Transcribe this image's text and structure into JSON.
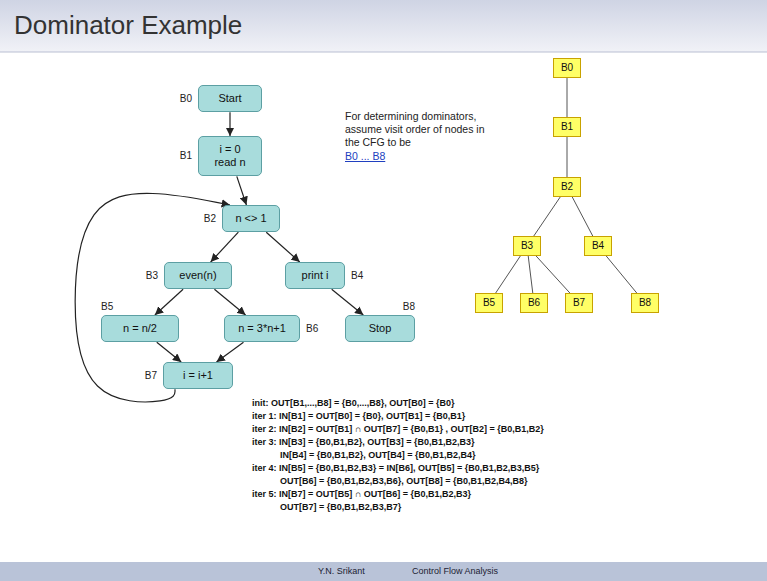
{
  "diagram": {
    "title": "Dominator Example",
    "nodes": [
      {
        "text": [
          "B0",
          "Start"
        ]
      },
      {
        "text": [
          "B1",
          "i = 0 read n"
        ]
      },
      {
        "text": [
          "B2",
          "n <> 1"
        ]
      },
      {
        "text": [
          "B3",
          "even(n)"
        ]
      },
      {
        "text": [
          "B4",
          "print i"
        ]
      },
      {
        "text": [
          "B5",
          "n = n/2"
        ]
      },
      {
        "text": [
          "B6",
          "n = 3*n+1"
        ]
      },
      {
        "text": [
          "B7",
          "i = i+1"
        ]
      },
      {
        "text": [
          "B8",
          "Stop"
        ]
      },
      {
        "text": [
          "B0"
        ]
      },
      {
        "text": [
          "B1"
        ]
      },
      {
        "text": [
          "B2"
        ]
      },
      {
        "text": [
          "B3"
        ]
      },
      {
        "text": [
          "B4"
        ]
      },
      {
        "text": [
          "B5"
        ]
      },
      {
        "text": [
          "B6"
        ]
      },
      {
        "text": [
          "B7"
        ]
      },
      {
        "text": [
          "B8"
        ]
      }
    ],
    "edges": [
      {
        "from": 0,
        "to": 1,
        "arrow": "to"
      },
      {
        "from": 1,
        "to": 2,
        "arrow": "to"
      },
      {
        "from": 2,
        "to": 3,
        "arrow": "to"
      },
      {
        "from": 2,
        "to": 4,
        "arrow": "to"
      },
      {
        "from": 3,
        "to": 5,
        "arrow": "to"
      },
      {
        "from": 3,
        "to": 6,
        "arrow": "to"
      },
      {
        "from": 5,
        "to": 7,
        "arrow": "to"
      },
      {
        "from": 6,
        "to": 7,
        "arrow": "to"
      },
      {
        "from": 7,
        "to": 2,
        "arrow": "to"
      },
      {
        "from": 4,
        "to": 8,
        "arrow": "to"
      },
      {
        "from": 9,
        "to": 10,
        "arrow": "none"
      },
      {
        "from": 10,
        "to": 11,
        "arrow": "none"
      },
      {
        "from": 11,
        "to": 12,
        "arrow": "none"
      },
      {
        "from": 11,
        "to": 13,
        "arrow": "none"
      },
      {
        "from": 12,
        "to": 14,
        "arrow": "none"
      },
      {
        "from": 12,
        "to": 15,
        "arrow": "none"
      },
      {
        "from": 12,
        "to": 16,
        "arrow": "none"
      },
      {
        "from": 13,
        "to": 17,
        "arrow": "none"
      }
    ],
    "labels": [
      "For determining dominators, assume visit order of nodes in the CFG to be",
      "B0 ... B8",
      "init: OUT[B1,...,B8] = {B0,...,B8}, OUT[B0] = {B0}",
      "iter 1: IN[B1] = OUT[B0] = {B0}, OUT[B1] = {B0,B1}",
      "iter 2: IN[B2] = OUT[B1] ∩ OUT[B7] = {B0,B1} , OUT[B2] = {B0,B1,B2}",
      "iter 3: IN[B3] = {B0,B1,B2}, OUT[B3] = {B0,B1,B2,B3}",
      "IN[B4] = {B0,B1,B2}, OUT[B4] = {B0,B1,B2,B4}",
      "iter 4: IN[B5] = {B0,B1,B2,B3} = IN[B6], OUT[B5] = {B0,B1,B2,B3,B5}",
      "OUT[B6] = {B0,B1,B2,B3,B6}, OUT[B8] = {B0,B1,B2,B4,B8}",
      "iter 5: IN[B7] = OUT[B5] ∩ OUT[B6] = {B0,B1,B2,B3}",
      "OUT[B7] = {B0,B1,B2,B3,B7}",
      "Y.N. Srikant",
      "Control Flow Analysis"
    ]
  }
}
